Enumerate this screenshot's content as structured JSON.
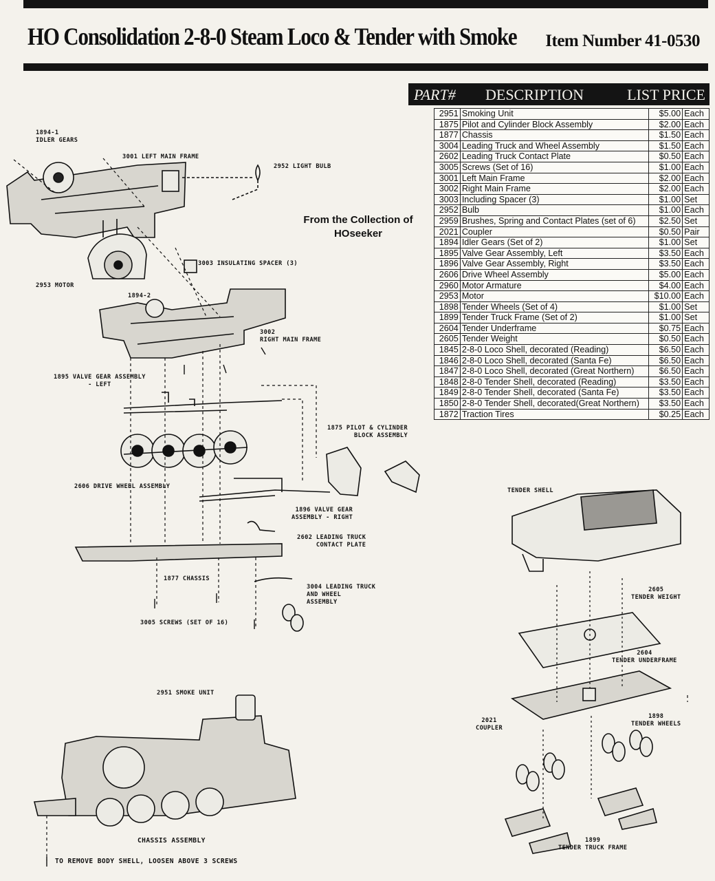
{
  "header": {
    "title": "HO Consolidation 2-8-0 Steam Loco & Tender with Smoke",
    "item_number": "Item Number 41-0530"
  },
  "table": {
    "columns": [
      "PART#",
      "DESCRIPTION",
      "LIST PRICE"
    ],
    "rows": [
      [
        "2951",
        "Smoking Unit",
        "$5.00",
        "Each"
      ],
      [
        "1875",
        "Pilot and Cylinder Block Assembly",
        "$2.00",
        "Each"
      ],
      [
        "1877",
        "Chassis",
        "$1.50",
        "Each"
      ],
      [
        "3004",
        "Leading Truck and Wheel Assembly",
        "$1.50",
        "Each"
      ],
      [
        "2602",
        "Leading Truck Contact Plate",
        "$0.50",
        "Each"
      ],
      [
        "3005",
        "Screws (Set of 16)",
        "$1.00",
        "Each"
      ],
      [
        "3001",
        "Left Main Frame",
        "$2.00",
        "Each"
      ],
      [
        "3002",
        "Right Main Frame",
        "$2.00",
        "Each"
      ],
      [
        "3003",
        "Including Spacer (3)",
        "$1.00",
        "Set"
      ],
      [
        "2952",
        "Bulb",
        "$1.00",
        "Each"
      ],
      [
        "2959",
        "Brushes, Spring and Contact Plates (set of 6)",
        "$2.50",
        "Set"
      ],
      [
        "2021",
        "Coupler",
        "$0.50",
        "Pair"
      ],
      [
        "1894",
        "Idler Gears (Set of 2)",
        "$1.00",
        "Set"
      ],
      [
        "1895",
        "Valve Gear Assembly, Left",
        "$3.50",
        "Each"
      ],
      [
        "1896",
        "Valve Gear Assembly, Right",
        "$3.50",
        "Each"
      ],
      [
        "2606",
        "Drive Wheel Assembly",
        "$5.00",
        "Each"
      ],
      [
        "2960",
        "Motor Armature",
        "$4.00",
        "Each"
      ],
      [
        "2953",
        "Motor",
        "$10.00",
        "Each"
      ],
      [
        "1898",
        "Tender Wheels (Set of 4)",
        "$1.00",
        "Set"
      ],
      [
        "1899",
        "Tender Truck Frame (Set of 2)",
        "$1.00",
        "Set"
      ],
      [
        "2604",
        "Tender Underframe",
        "$0.75",
        "Each"
      ],
      [
        "2605",
        "Tender Weight",
        "$0.50",
        "Each"
      ],
      [
        "1845",
        "2-8-0 Loco Shell, decorated (Reading)",
        "$6.50",
        "Each"
      ],
      [
        "1846",
        "2-8-0 Loco Shell, decorated (Santa Fe)",
        "$6.50",
        "Each"
      ],
      [
        "1847",
        "2-8-0 Loco Shell, decorated (Great Northern)",
        "$6.50",
        "Each"
      ],
      [
        "1848",
        "2-8-0 Tender Shell, decorated (Reading)",
        "$3.50",
        "Each"
      ],
      [
        "1849",
        "2-8-0 Tender Shell, decorated (Santa Fe)",
        "$3.50",
        "Each"
      ],
      [
        "1850",
        "2-8-0 Tender Shell, decorated(Great Northern)",
        "$3.50",
        "Each"
      ],
      [
        "1872",
        "Traction Tires",
        "$0.25",
        "Each"
      ]
    ]
  },
  "collection_note": {
    "line1": "From the Collection of",
    "line2": "HOseeker"
  },
  "diagram_labels": {
    "idler_gears_1": "1894-1\nIDLER GEARS",
    "left_main_frame": "3001 LEFT MAIN FRAME",
    "light_bulb": "2952 LIGHT BULB",
    "insulating_spacer": "3003 INSULATING SPACER (3)",
    "motor": "2953 MOTOR",
    "idler_gears_2": "1894-2",
    "right_main_frame": "3002\nRIGHT MAIN FRAME",
    "valve_gear_left": "1895 VALVE GEAR ASSEMBLY\n- LEFT",
    "pilot_cylinder": "1875 PILOT & CYLINDER\nBLOCK ASSEMBLY",
    "drive_wheel": "2606 DRIVE WHEEL ASSEMBLY",
    "valve_gear_right": "1896 VALVE GEAR\nASSEMBLY - RIGHT",
    "leading_truck_plate": "2602 LEADING TRUCK\nCONTACT PLATE",
    "chassis": "1877 CHASSIS",
    "leading_truck_wheel": "3004 LEADING TRUCK\nAND WHEEL\nASSEMBLY",
    "screws": "3005 SCREWS (SET OF 16)",
    "smoke_unit": "2951 SMOKE UNIT",
    "chassis_assembly": "CHASSIS ASSEMBLY",
    "remove_shell_note": "TO REMOVE BODY SHELL, LOOSEN ABOVE 3 SCREWS",
    "tender_shell": "TENDER SHELL",
    "tender_weight": "2605\nTENDER WEIGHT",
    "tender_underframe": "2604\nTENDER UNDERFRAME",
    "coupler": "2021\nCOUPLER",
    "tender_wheels": "1898\nTENDER WHEELS",
    "tender_truck_frame": "1899\nTENDER TRUCK FRAME"
  }
}
